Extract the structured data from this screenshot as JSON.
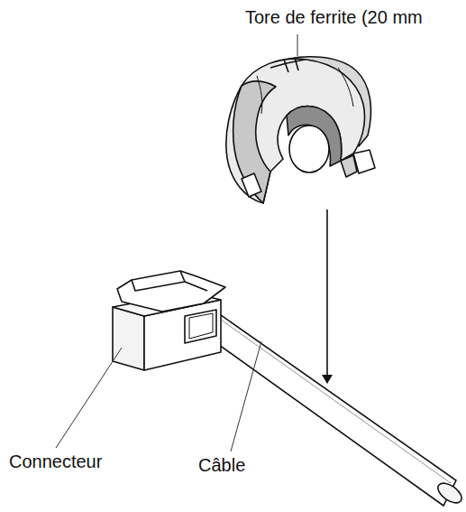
{
  "diagram": {
    "labels": [
      "Tore de ferrite (20 mm",
      "Connecteur",
      "Câble"
    ]
  }
}
